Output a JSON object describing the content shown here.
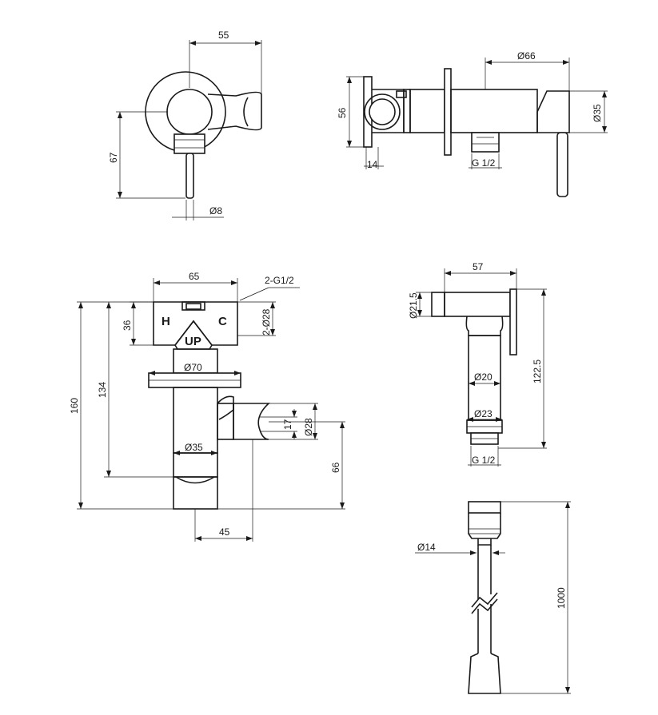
{
  "top_left": {
    "width": "55",
    "height": "67",
    "lever_diameter": "Ø8"
  },
  "top_right": {
    "length": "Ø66",
    "height": "56",
    "depth": "14",
    "thread": "G 1/2",
    "diameter": "Ø35"
  },
  "mid_left": {
    "width": "65",
    "ports_label": "2-G1/2",
    "port_diameter": "2-Ø28",
    "inlet_height": "36",
    "letter_h": "H",
    "letter_c": "C",
    "letter_up": "UP",
    "flange_diameter": "Ø70",
    "body_diameter": "Ø35",
    "holder_inner": "17",
    "holder_outer": "Ø28",
    "total_height": "160",
    "height_134": "134",
    "holder_height": "66",
    "holder_offset": "45"
  },
  "mid_right": {
    "length": "57",
    "nozzle_diameter": "Ø21.5",
    "height": "122.5",
    "handle_diameter": "Ø20",
    "collar_diameter": "Ø23",
    "thread": "G 1/2"
  },
  "hose": {
    "diameter": "Ø14",
    "length": "1000"
  }
}
